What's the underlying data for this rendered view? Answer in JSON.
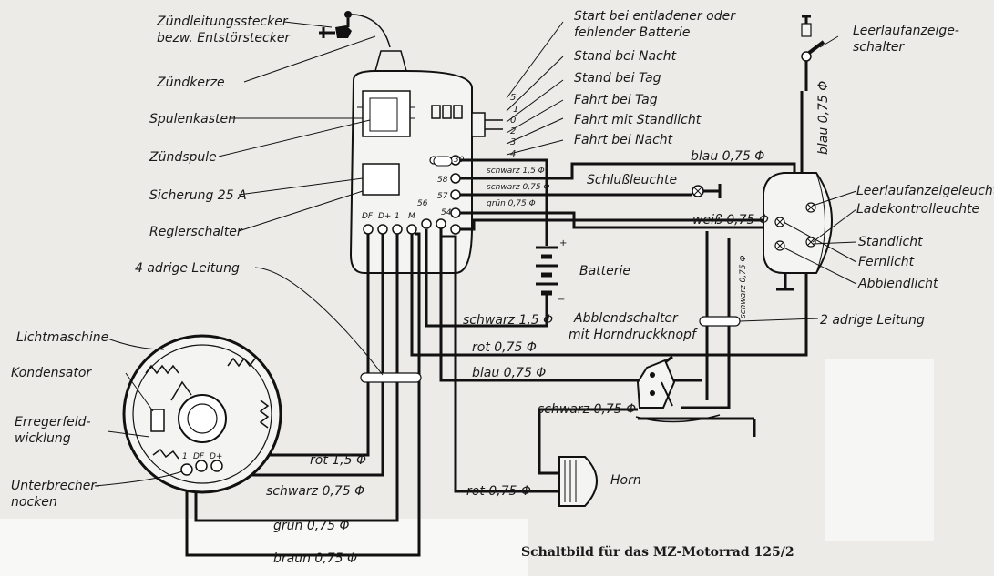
{
  "labels": {
    "zuendleitungsstecker_1": "Zündleitungsstecker",
    "zuendleitungsstecker_2": "bezw. Entstörstecker",
    "zuendkerze": "Zündkerze",
    "spulenkasten": "Spulenkasten",
    "zuendspule": "Zündspule",
    "sicherung": "Sicherung 25 A",
    "reglerschalter": "Reglerschalter",
    "vieradrige_leitung": "4 adrige Leitung",
    "lichtmaschine": "Lichtmaschine",
    "kondensator": "Kondensator",
    "erregerfeld_1": "Erregerfeld-",
    "erregerfeld_2": "wicklung",
    "unterbrecher_1": "Unterbrecher-",
    "unterbrecher_2": "nocken",
    "batterie": "Batterie",
    "schlussleuchte": "Schlußleuchte",
    "abblendschalter_1": "Abblendschalter",
    "abblendschalter_2": "mit Horndruckknopf",
    "horn": "Horn",
    "leerlaufanzeigeschalter_1": "Leerlaufanzeige-",
    "leerlaufanzeigeschalter_2": "schalter",
    "leerlaufanzeigeleuchte": "Leerlaufanzeigeleuchte",
    "ladekontrollleuchte": "Ladekontrolleuchte",
    "standlicht": "Standlicht",
    "fernlicht": "Fernlicht",
    "abblendlicht": "Abblendlicht",
    "zweiadrige_leitung": "2 adrige Leitung"
  },
  "switch_positions": [
    {
      "num": "5",
      "text": "Start bei entladener oder"
    },
    {
      "num": "",
      "text": "fehlender Batterie"
    },
    {
      "num": "1",
      "text": "Stand bei Nacht"
    },
    {
      "num": "0",
      "text": "Stand bei Tag"
    },
    {
      "num": "2",
      "text": "Fahrt bei Tag"
    },
    {
      "num": "3",
      "text": "Fahrt mit Standlicht"
    },
    {
      "num": "4",
      "text": "Fahrt bei Nacht"
    }
  ],
  "terminals": {
    "t30": "30",
    "t58": "58",
    "t57": "57",
    "t56": "56",
    "t54": "54",
    "df": "DF",
    "dplus": "D+",
    "one": "1",
    "m": "M",
    "gen_1": "1",
    "gen_df": "DF",
    "gen_dplus": "D+"
  },
  "wires": {
    "schwarz_15_small": "schwarz 1,5 Φ",
    "schwarz_075_small": "schwarz 0,75 Φ",
    "gruen_075_small": "grün 0,75 Φ",
    "blau_075_top": "blau 0,75 Φ",
    "blau_075_vert": "blau 0,75 Φ",
    "weiss_075": "weiß 0,75 Φ",
    "schwarz_075_vert": "schwarz 0,75 Φ",
    "schwarz_15": "schwarz 1,5 Φ",
    "rot_075": "rot 0,75 Φ",
    "blau_075_mid": "blau 0,75 Φ",
    "schwarz_075_mid": "schwarz 0,75 Φ",
    "rot_15": "rot 1,5 Φ",
    "schwarz_075_gen": "schwarz 0,75 Φ",
    "gruen_075": "grün 0,75 Φ",
    "braun_075": "braun 0,75 Φ",
    "rot_075_horn": "rot 0,75 Φ"
  },
  "caption": "Schaltbild für das MZ-Motorrad 125/2"
}
